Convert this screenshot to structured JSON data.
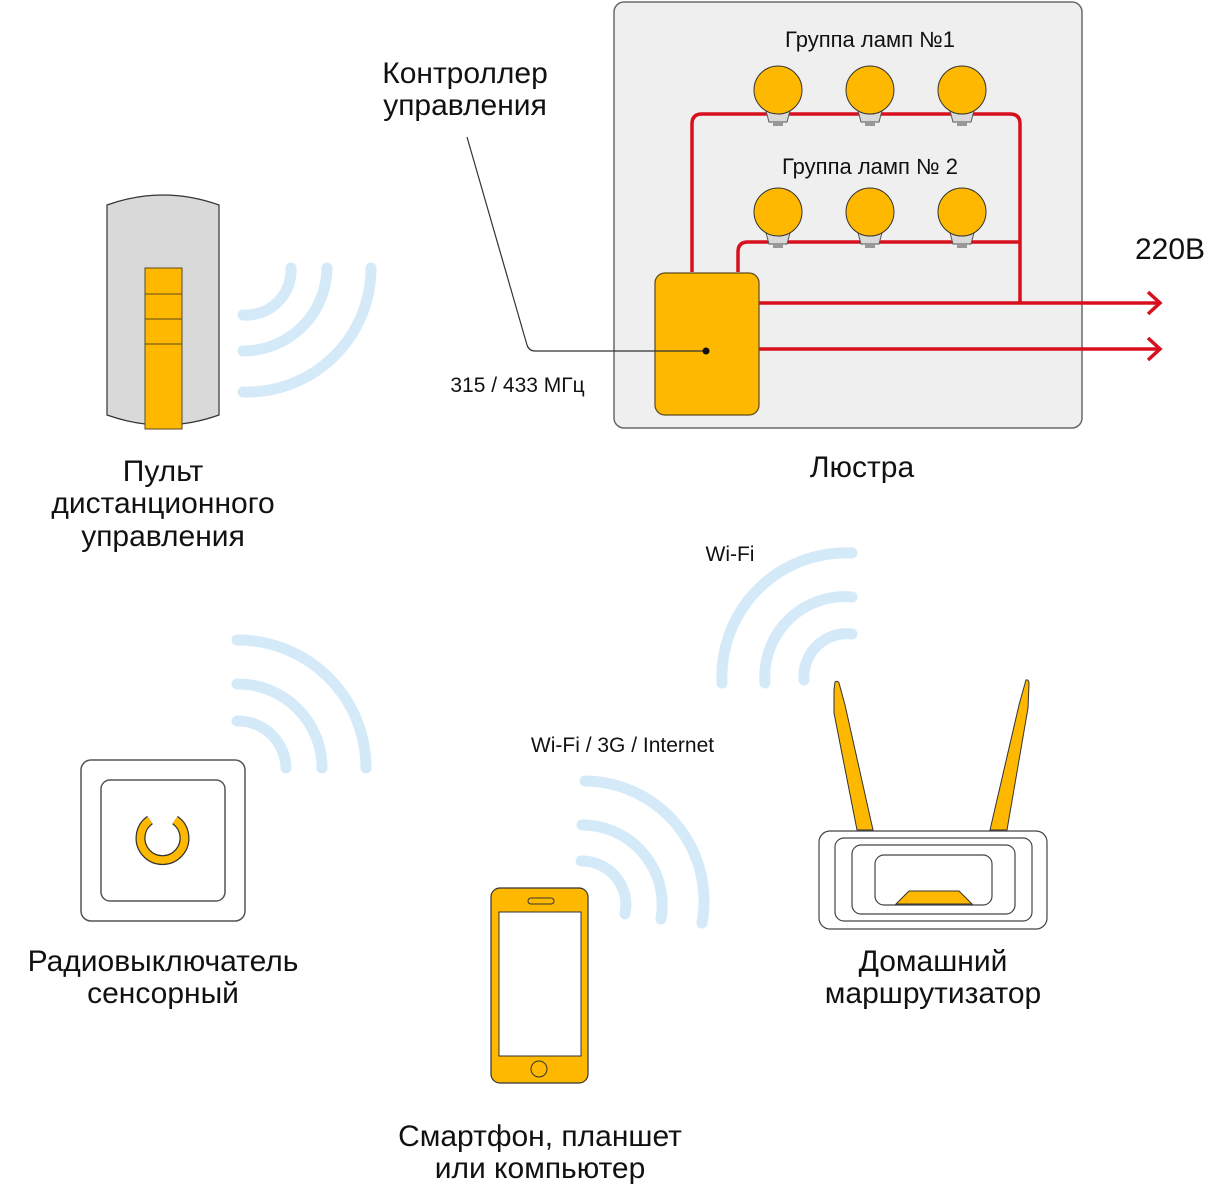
{
  "colors": {
    "accent": "#FFB800",
    "wire": "#D8101E",
    "wave": "#D4EAF9",
    "panel": "#EFEFEF",
    "outline": "#5A5A5A"
  },
  "labels": {
    "lamp_group_1": "Группа ламп №1",
    "lamp_group_2": "Группа ламп № 2",
    "controller": "Контроллер\nуправления",
    "voltage": "220В",
    "frequency": "315 / 433 МГц",
    "chandelier": "Люстра",
    "remote": "Пульт\nдистанционного\nуправления",
    "wifi": "Wi-Fi",
    "wifi_3g_internet": "Wi-Fi / 3G / Internet",
    "switch": "Радиовыключатель\nсенсорный",
    "router": "Домашний\nмаршрутизатор",
    "smartphone": "Смартфон, планшет\nили компьютер"
  },
  "icons": {
    "remote": "remote-control-icon",
    "switch": "touch-switch-icon",
    "phone": "smartphone-icon",
    "router": "router-icon",
    "lamp": "light-bulb-icon",
    "waves": "wireless-signal-icon"
  }
}
